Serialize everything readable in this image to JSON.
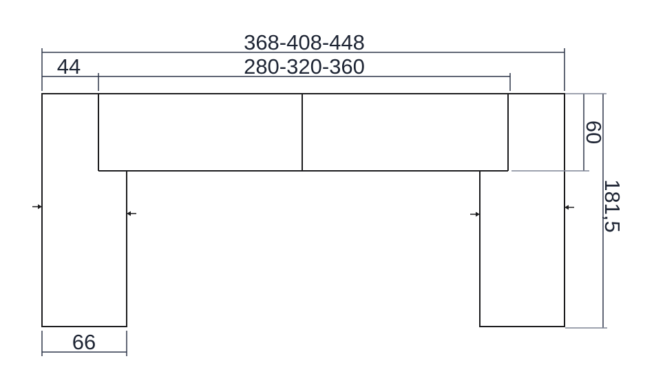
{
  "diagram": {
    "labels": {
      "overall_width": "368-408-448",
      "seat_width": "280-320-360",
      "arm_width": "44",
      "chaise_width": "66",
      "body_depth": "60",
      "total_depth": "181,5"
    },
    "markers": {
      "left_outer": "arrow-pointing-right",
      "left_inner": "arrow-pointing-left",
      "right_inner": "arrow-pointing-right",
      "right_outer": "arrow-pointing-left"
    }
  },
  "colors": {
    "outline": "#1b1b1d",
    "dimension": "#2d3549",
    "dimension_light": "#7d8393",
    "text": "#1e2534",
    "background": "#ffffff"
  }
}
